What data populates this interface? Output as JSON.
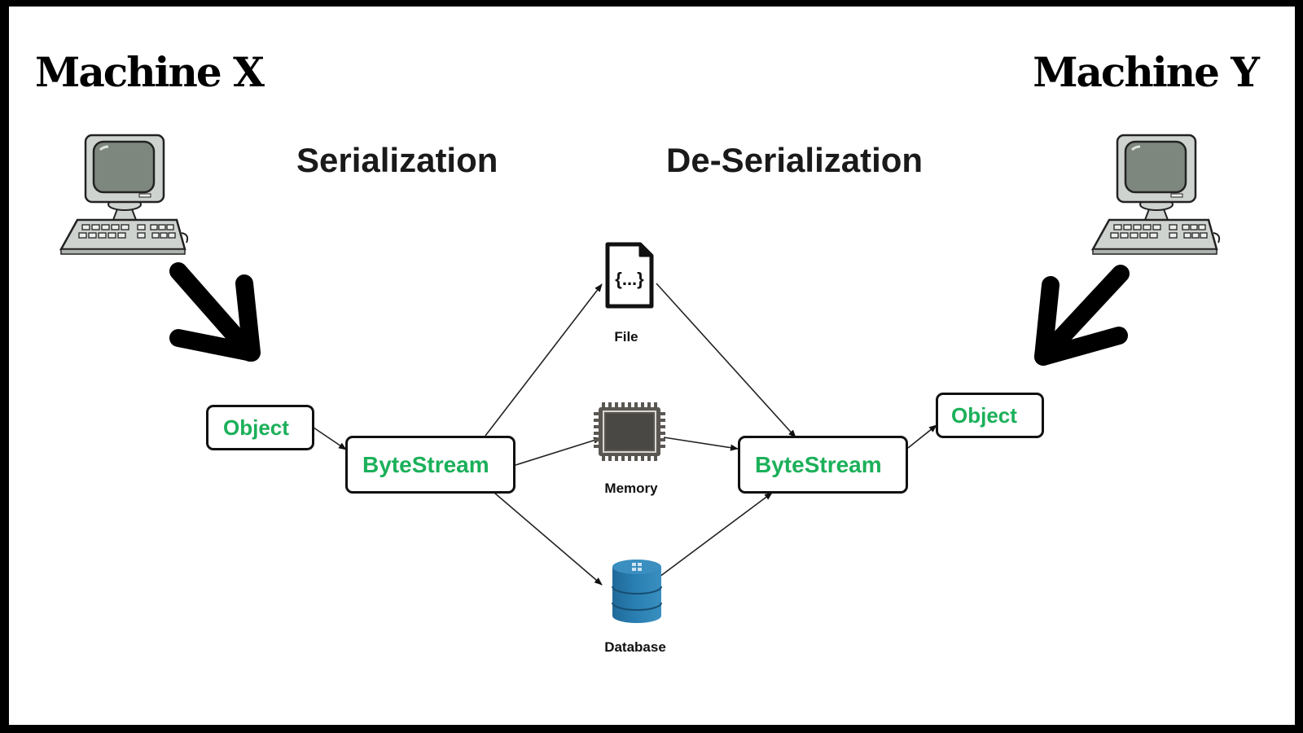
{
  "machines": {
    "left": {
      "title": "Machine X",
      "icon": "computer-icon"
    },
    "right": {
      "title": "Machine Y",
      "icon": "computer-icon"
    }
  },
  "phases": {
    "serialization": "Serialization",
    "deserialization": "De-Serialization"
  },
  "nodes": {
    "object_src": "Object",
    "bytestream_src": "ByteStream",
    "bytestream_dst": "ByteStream",
    "object_dst": "Object"
  },
  "storage": [
    {
      "label": "File",
      "icon": "json-file-icon"
    },
    {
      "label": "Memory",
      "icon": "memory-chip-icon"
    },
    {
      "label": "Database",
      "icon": "database-icon"
    }
  ],
  "colors": {
    "node_text": "#1bb05a",
    "database": "#2b7db0",
    "chip": "#5a5753"
  }
}
